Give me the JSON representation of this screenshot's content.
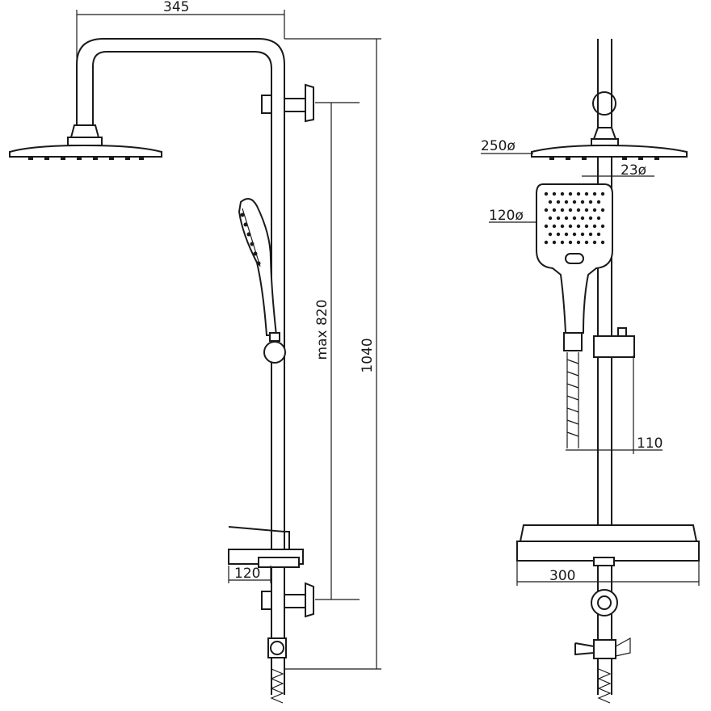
{
  "drawing": {
    "side_view": {
      "width_label": "345",
      "height_label": "1040",
      "slide_range_label": "max 820",
      "shelf_depth_label": "120"
    },
    "front_view": {
      "head_diameter_label": "250ø",
      "pipe_diameter_label": "23ø",
      "hand_shower_diameter_label": "120ø",
      "hand_shower_offset_label": "110",
      "shelf_width_label": "300"
    },
    "colors": {
      "line": "#1a1a1a",
      "background": "#ffffff"
    }
  }
}
